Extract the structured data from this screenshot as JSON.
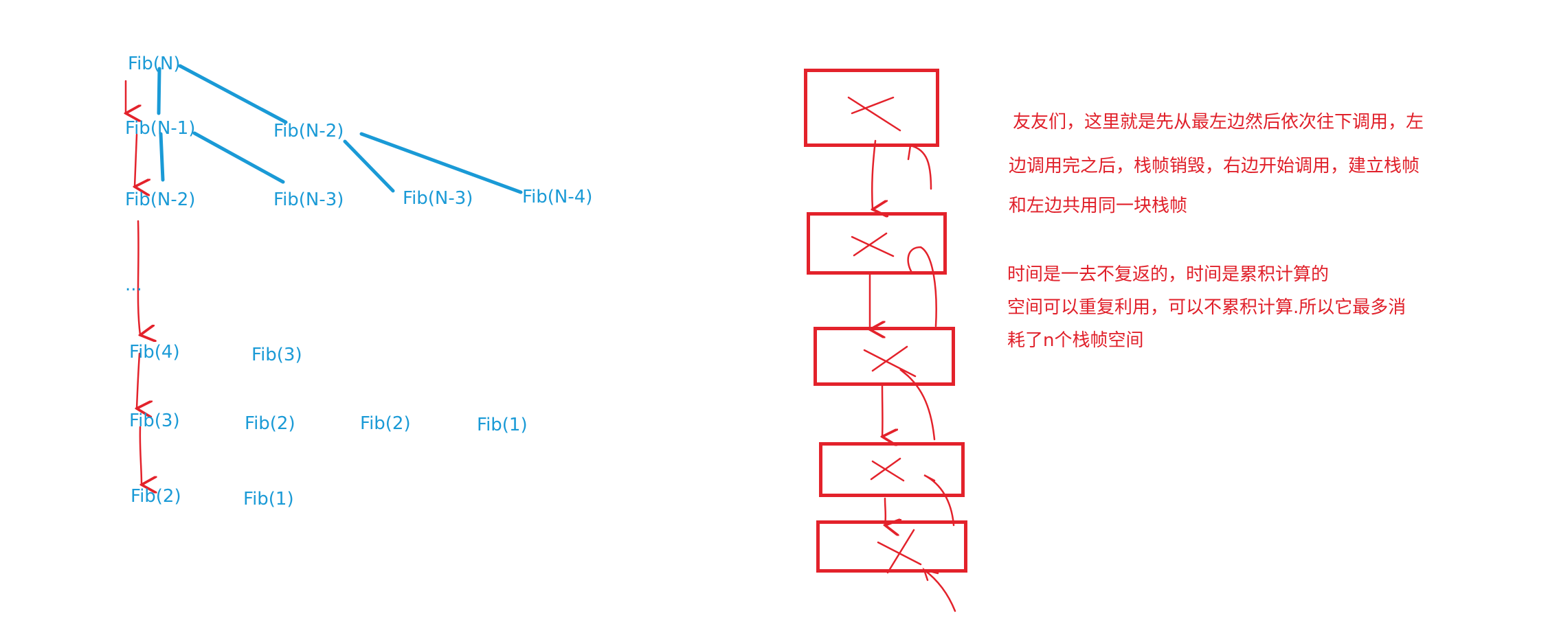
{
  "tree": {
    "nodes": [
      "Fib(N)",
      "Fib(N-1)",
      "Fib(N-2)",
      "Fib(N-2)",
      "Fib(N-3)",
      "Fib(N-3)",
      "Fib(N-4)",
      "...",
      "Fib(4)",
      "Fib(3)",
      "Fib(3)",
      "Fib(2)",
      "Fib(2)",
      "Fib(1)",
      "Fib(2)",
      "Fib(1)"
    ]
  },
  "stack": {
    "frames": 5,
    "mark": "X"
  },
  "notes": {
    "paragraph1": [
      "友友们，这里就是先从最左边然后依次往下调用，左",
      "边调用完之后，栈帧销毁，右边开始调用，建立栈帧",
      "和左边共用同一块栈帧"
    ],
    "paragraph2": [
      "时间是一去不复返的，时间是累积计算的",
      "空间可以重复利用，可以不累积计算.所以它最多消",
      "耗了n个栈帧空间"
    ]
  },
  "colors": {
    "tree_text": "#1a9ad6",
    "tree_lines": "#1a9ad6",
    "annotation_red": "#e3222b"
  }
}
